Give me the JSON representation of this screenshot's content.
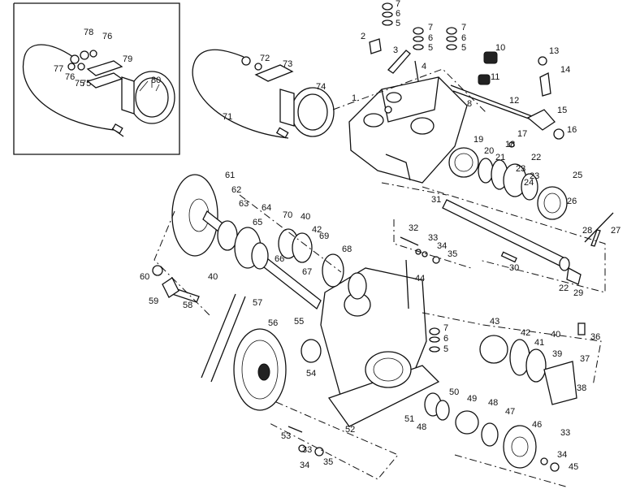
{
  "labels": [
    "1",
    "2",
    "3",
    "4",
    "5",
    "6",
    "7",
    "8",
    "10",
    "11",
    "12",
    "13",
    "14",
    "15",
    "16",
    "17",
    "18",
    "19",
    "20",
    "21",
    "22",
    "23",
    "24",
    "25",
    "26",
    "27",
    "28",
    "29",
    "30",
    "31",
    "32",
    "33",
    "34",
    "35",
    "36",
    "37",
    "38",
    "39",
    "40",
    "41",
    "42",
    "43",
    "44",
    "45",
    "46",
    "47",
    "48",
    "49",
    "50",
    "51",
    "52",
    "53",
    "54",
    "55",
    "56",
    "57",
    "58",
    "59",
    "60",
    "61",
    "62",
    "63",
    "64",
    "65",
    "66",
    "67",
    "68",
    "69",
    "70",
    "71",
    "72",
    "73",
    "74",
    "75",
    "76",
    "77",
    "78",
    "79",
    "80"
  ]
}
